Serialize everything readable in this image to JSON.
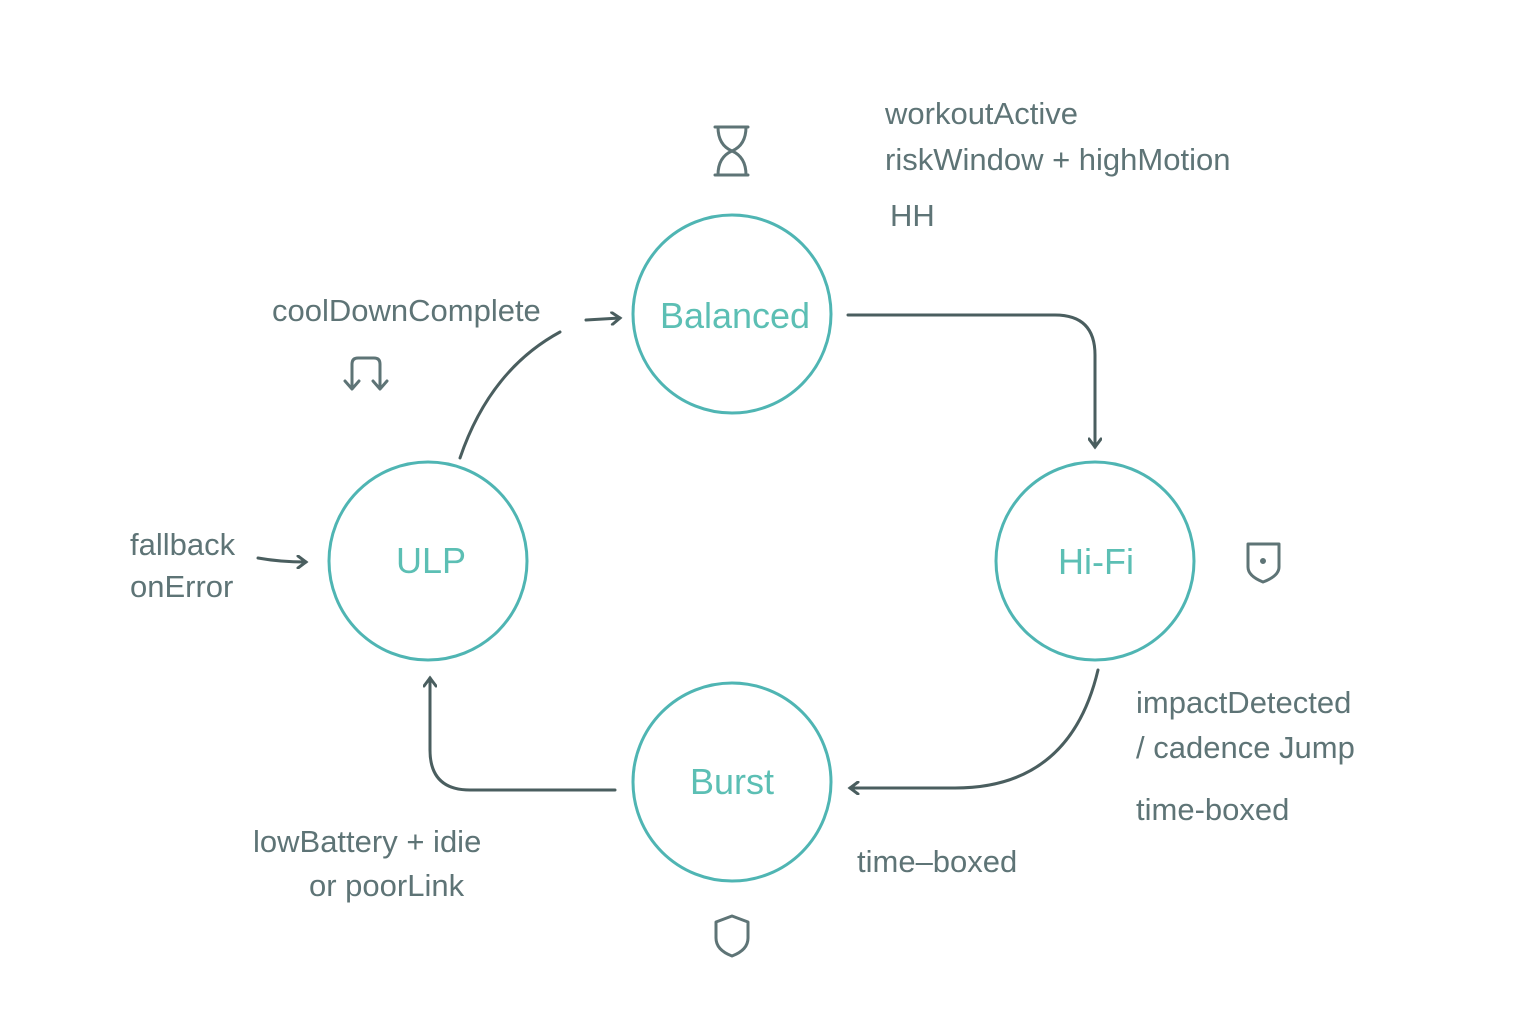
{
  "colors": {
    "circle": "#4fb5b3",
    "state_text": "#5cbfb4",
    "arrow": "#4a5e5f",
    "label": "#5e7476"
  },
  "states": {
    "balanced": "Balanced",
    "hifi": "Hi-Fi",
    "burst": "Burst",
    "ulp": "ULP"
  },
  "labels": {
    "workout_active": "workoutActive",
    "risk_window": "riskWindow + highMotion",
    "hh": "HH",
    "cooldown": "coolDownComplete",
    "fallback": "fallback",
    "on_error": "onError",
    "impact": "impactDetected",
    "cadence": "/ cadence Jump",
    "time_boxed_right": "time-boxed",
    "time_boxed_bottom": "time–boxed",
    "low_battery": "lowBattery + idie",
    "poor_link": "or poorLink"
  },
  "icons": [
    "hourglass-icon",
    "swap-arrows-icon",
    "shield-icon",
    "shield-icon"
  ]
}
